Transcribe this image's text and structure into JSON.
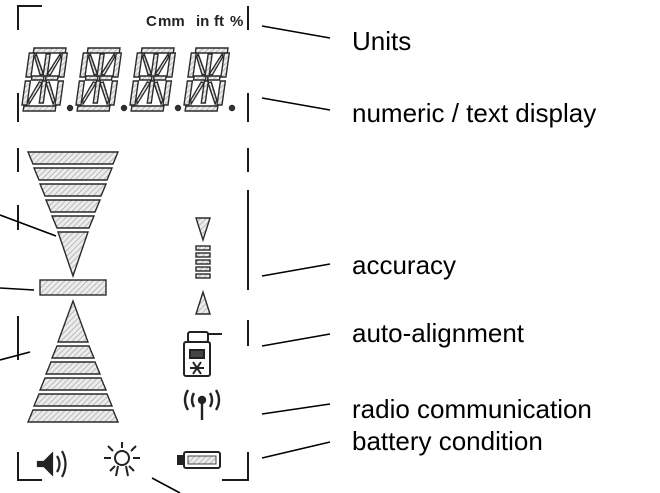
{
  "display": {
    "units": {
      "cm": "C",
      "mm": "mm",
      "in": "in",
      "ft": "ft",
      "percent": "%"
    },
    "digits": [
      "8.",
      "8.",
      "8.",
      "8."
    ]
  },
  "labels": {
    "units": "Units",
    "numeric_display": "numeric / text display",
    "accuracy": "accuracy",
    "auto_alignment": "auto-alignment",
    "radio_communication": "radio communication",
    "battery_condition": "battery condition"
  },
  "icons": {
    "speaker": "speaker-icon",
    "light": "light-icon",
    "radio": "radio-antenna-icon",
    "battery": "battery-icon",
    "auto_alignment": "auto-alignment-icon"
  },
  "colors": {
    "segment_fill": "#e8e8e8",
    "segment_hatch": "#9a9a9a",
    "outline": "#1a1a1a"
  }
}
